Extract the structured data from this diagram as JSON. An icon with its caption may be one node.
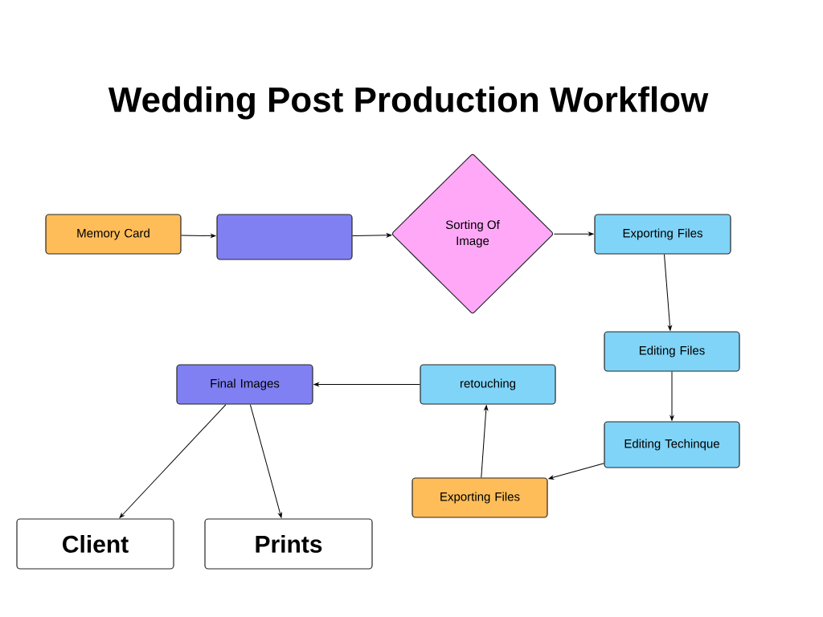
{
  "diagram": {
    "title": "Wedding Post Production Workflow",
    "nodes": [
      {
        "text": [
          "Memory Card"
        ]
      },
      {
        "text": [],
        "shape": "box"
      },
      {
        "text": [
          "Sorting Of Image"
        ]
      },
      {
        "text": [
          "Exporting Files"
        ]
      },
      {
        "text": [
          "Editing Files"
        ]
      },
      {
        "text": [
          "Editing Techinque"
        ]
      },
      {
        "text": [
          "Exporting Files"
        ]
      },
      {
        "text": [
          "retouching"
        ]
      },
      {
        "text": [
          "Final Images"
        ]
      },
      {
        "text": [
          "Client"
        ]
      },
      {
        "text": [
          "Prints"
        ]
      }
    ],
    "edges": [
      {
        "from": 0,
        "to": 1,
        "arrow": "to"
      },
      {
        "from": 1,
        "to": 2,
        "arrow": "to"
      },
      {
        "from": 2,
        "to": 3,
        "arrow": "to"
      },
      {
        "from": 3,
        "to": 4,
        "arrow": "to"
      },
      {
        "from": 4,
        "to": 5,
        "arrow": "to"
      },
      {
        "from": 5,
        "to": 6,
        "arrow": "to"
      },
      {
        "from": 6,
        "to": 7,
        "arrow": "to"
      },
      {
        "from": 7,
        "to": 8,
        "arrow": "to"
      },
      {
        "from": 8,
        "to": 9,
        "arrow": "to"
      },
      {
        "from": 8,
        "to": 10,
        "arrow": "to"
      }
    ]
  }
}
